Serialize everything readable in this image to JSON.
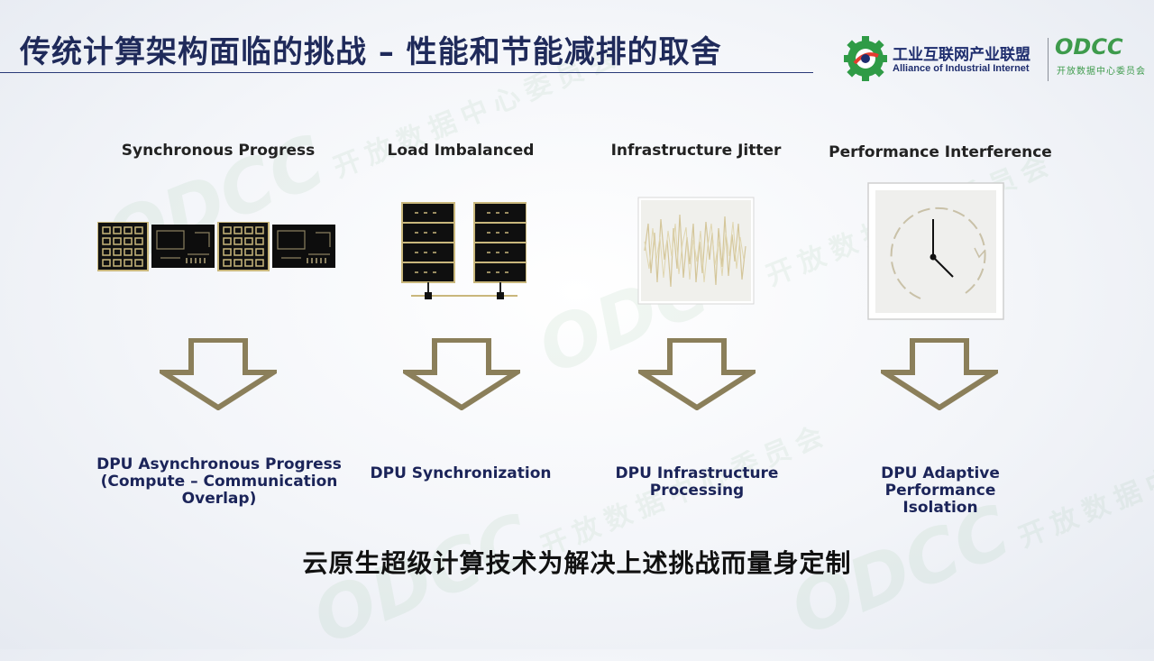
{
  "header": {
    "title": "传统计算架构面临的挑战 – 性能和节能减排的取舍",
    "logo_aii": {
      "cn": "工业互联网产业联盟",
      "en": "Alliance of Industrial Internet"
    },
    "logo_odcc": {
      "wordmark": "ODCC",
      "sub": "开放数据中心委员会"
    }
  },
  "watermark": {
    "mark": "ODCC",
    "text": "开放数据中心委员会"
  },
  "columns": [
    {
      "title": "Synchronous Progress",
      "result": [
        "DPU Asynchronous Progress",
        "(Compute – Communication",
        "Overlap)"
      ]
    },
    {
      "title": "Load Imbalanced",
      "result": [
        "DPU Synchronization"
      ]
    },
    {
      "title": "Infrastructure Jitter",
      "result": [
        "DPU Infrastructure",
        "Processing"
      ]
    },
    {
      "title": "Performance Interference",
      "result": [
        "DPU Adaptive",
        "Performance",
        "Isolation"
      ]
    }
  ],
  "summary": "云原生超级计算技术为解决上述挑战而量身定制",
  "colors": {
    "title": "#1f2a5a",
    "arrow": "#8b7f5a",
    "odcc_green": "#3e9b4c",
    "result_text": "#1b2459"
  }
}
